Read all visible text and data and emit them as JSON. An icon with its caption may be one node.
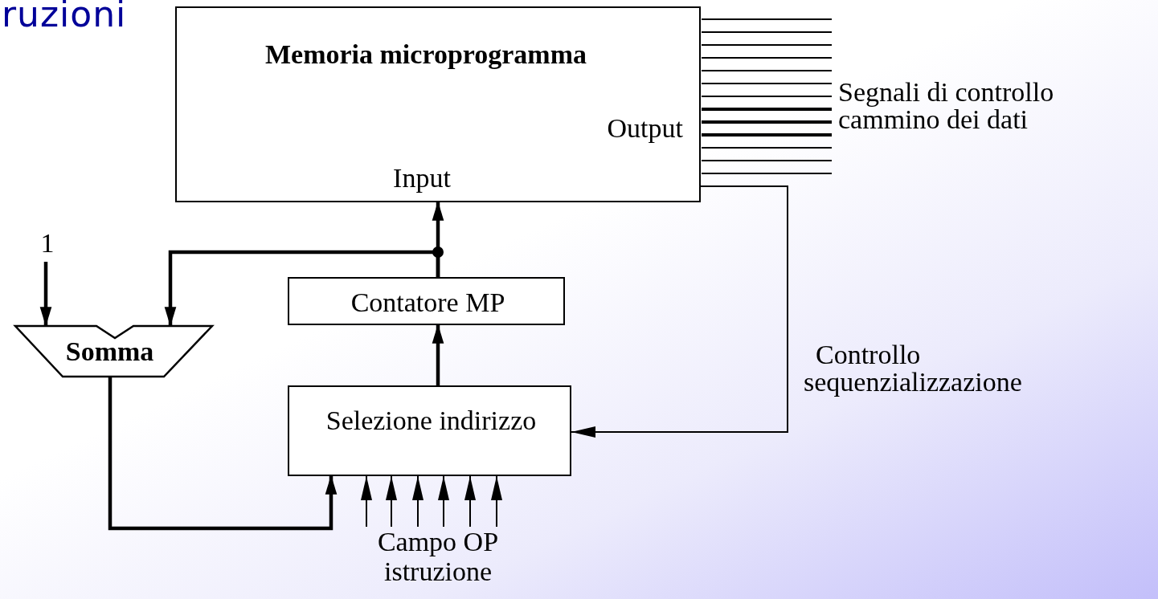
{
  "diagram": {
    "nodes": [
      {
        "text": [
          "Memoria microprogramma",
          "Output",
          "Input"
        ]
      },
      {
        "text": [
          "Contatore MP"
        ]
      },
      {
        "text": [
          "Somma"
        ]
      },
      {
        "text": [
          "Selezione indirizzo"
        ]
      },
      {
        "text": [
          "1"
        ]
      },
      {
        "text": [
          "Campo OP istruzione"
        ]
      }
    ],
    "edges": [
      {
        "from": 1,
        "to": 0,
        "arrow": "to",
        "style": "thick"
      },
      {
        "from": 1,
        "to": 2,
        "arrow": "to",
        "style": "thick"
      },
      {
        "from": 3,
        "to": 1,
        "arrow": "to",
        "style": "thick"
      },
      {
        "from": 2,
        "to": 3,
        "arrow": "to",
        "style": "thick"
      },
      {
        "from": 4,
        "to": 2,
        "arrow": "to",
        "style": "thick"
      },
      {
        "from": 0,
        "to": 3,
        "arrow": "to"
      },
      {
        "from": 5,
        "to": 3,
        "arrow": "to"
      },
      {
        "from": 5,
        "to": 3,
        "arrow": "to"
      },
      {
        "from": 5,
        "to": 3,
        "arrow": "to"
      },
      {
        "from": 5,
        "to": 3,
        "arrow": "to"
      },
      {
        "from": 5,
        "to": 3,
        "arrow": "to"
      },
      {
        "from": 5,
        "to": 3,
        "arrow": "to"
      }
    ],
    "labels": [
      "ruzioni",
      "Segnali di controllo cammino dei dati",
      "Controllo sequenzializzazione"
    ]
  }
}
